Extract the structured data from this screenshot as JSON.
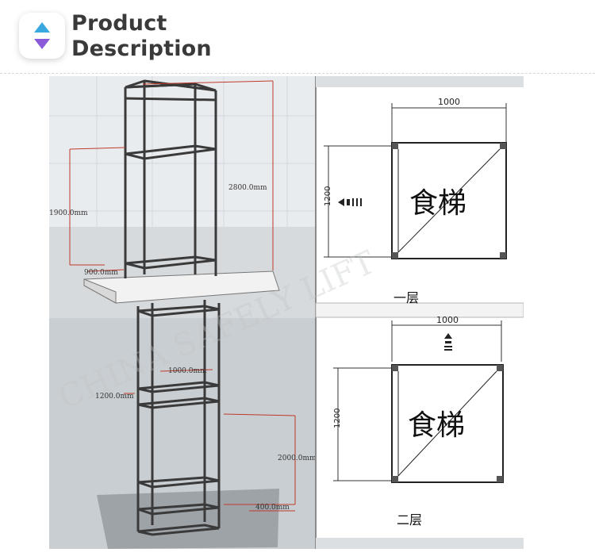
{
  "header": {
    "title_line1": "Product",
    "title_line2": "Description",
    "badge_icons": [
      "triangle-up-icon",
      "triangle-down-icon"
    ],
    "colors": {
      "up": "#3aa8e0",
      "down": "#8a5ad8",
      "title": "#3a3a3a"
    }
  },
  "diagram_3d": {
    "dims": {
      "total_height": "2800.0mm",
      "floor_height": "1900.0mm",
      "platform": "900.0mm",
      "width": "1000.0mm",
      "depth": "1200.0mm",
      "lower_height": "2000.0mm",
      "pit": "400.0mm"
    }
  },
  "plans": [
    {
      "width_label": "1000",
      "depth_label": "1200",
      "cabin_label": "食梯",
      "floor_label": "一层",
      "door_icon": "door-arrow-left-icon"
    },
    {
      "width_label": "1000",
      "depth_label": "1200",
      "cabin_label": "食梯",
      "floor_label": "二层",
      "door_icon": "door-arrow-up-icon"
    }
  ],
  "watermark": "CHINA SAFELY LIFT"
}
